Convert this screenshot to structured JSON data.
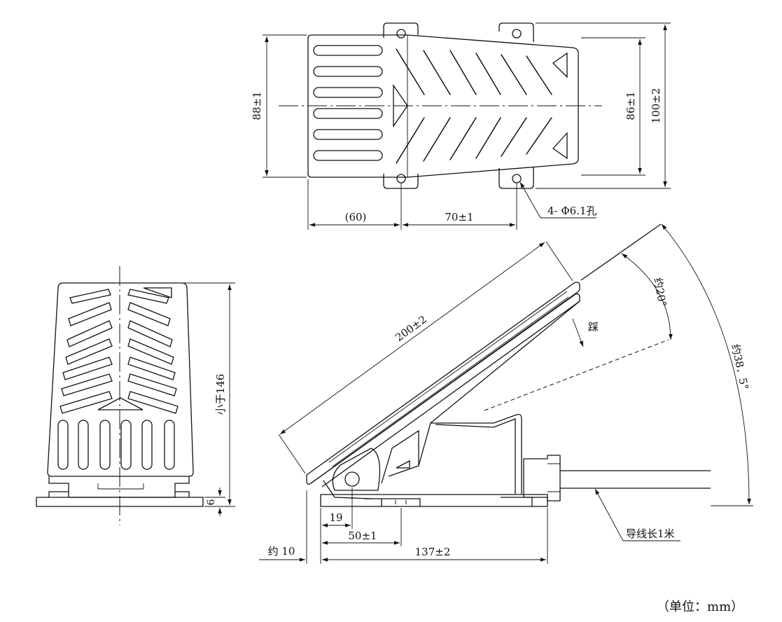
{
  "top_view": {
    "dim_width_88": "88±1",
    "dim_width_86": "86±1",
    "dim_width_100": "100±2",
    "dim_60": "(60)",
    "dim_70": "70±1",
    "holes_label": "4- Φ6.1孔"
  },
  "front_view": {
    "dim_height": "小于146",
    "dim_6": "6"
  },
  "side_view": {
    "dim_200": "200±2",
    "press_label": "踩",
    "angle_20": "约20°",
    "angle_38": "约38．5°",
    "dim_19": "19",
    "dim_50": "50±1",
    "dim_137": "137±2",
    "dim_10": "约 10",
    "cable_label": "导线长1米"
  },
  "unit_note": "（单位：mm）"
}
